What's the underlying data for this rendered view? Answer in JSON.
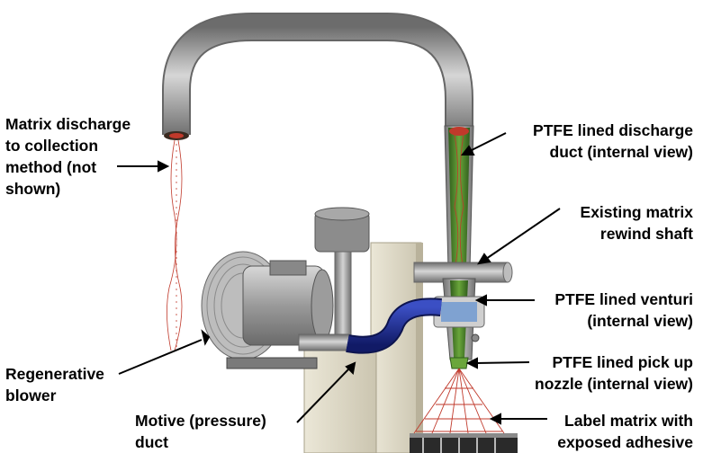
{
  "labels": {
    "matrix_discharge": [
      "Matrix discharge",
      "to collection",
      "method (not",
      "shown)"
    ],
    "ptfe_discharge_duct": [
      "PTFE lined discharge",
      "duct (internal view)"
    ],
    "rewind_shaft": [
      "Existing matrix",
      "rewind shaft"
    ],
    "ptfe_venturi": [
      "PTFE lined venturi",
      "(internal view)"
    ],
    "regenerative_blower": [
      "Regenerative",
      "blower"
    ],
    "pickup_nozzle": [
      "PTFE lined pick up",
      "nozzle (internal view)"
    ],
    "motive_duct": [
      "Motive (pressure)",
      "duct"
    ],
    "label_matrix": [
      "Label matrix with",
      "exposed adhesive"
    ]
  },
  "colors": {
    "duct_grey": "#9a9a9a",
    "ptfe_green": "#4f8a2e",
    "motive_hose_blue": "#1c2a8c",
    "matrix_red": "#c0392b",
    "frame_beige": "#ddd8c6",
    "blower_grey": "#b9b9b9"
  }
}
